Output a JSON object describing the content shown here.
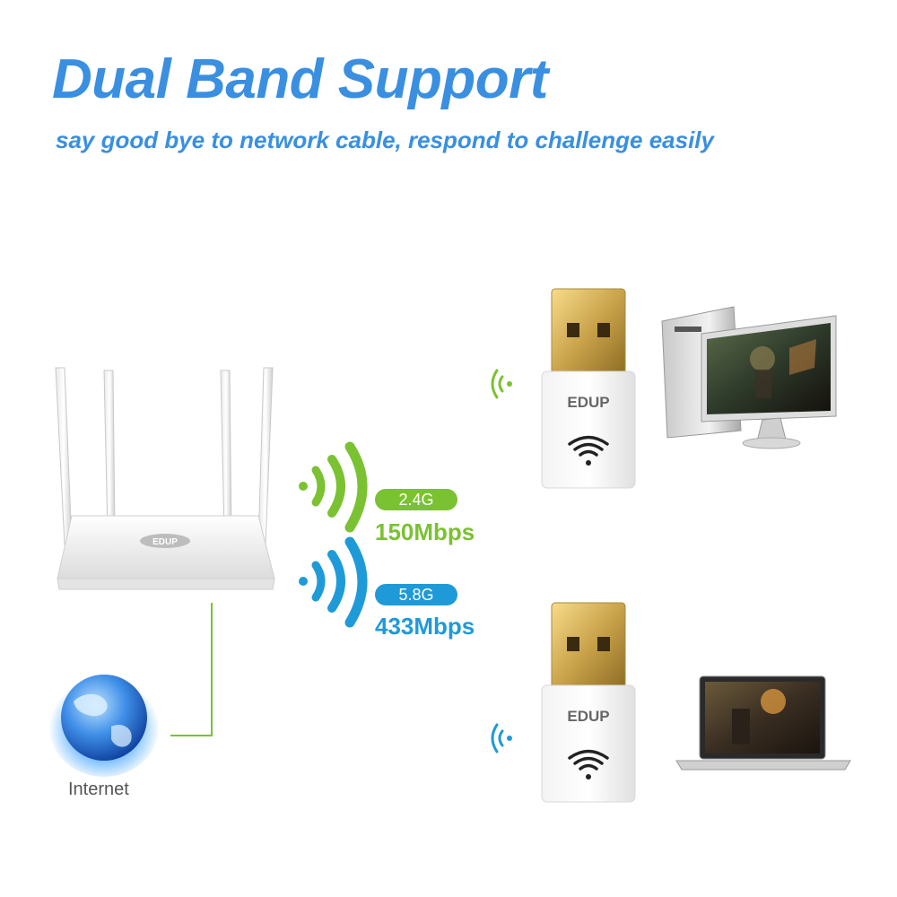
{
  "header": {
    "title": "Dual Band Support",
    "subtitle": "say good bye to network cable,   respond to challenge easily"
  },
  "bands": [
    {
      "label": "2.4G",
      "speed": "150Mbps",
      "color": "#7ac231"
    },
    {
      "label": "5.8G",
      "speed": "433Mbps",
      "color": "#1f9ad8"
    }
  ],
  "brand": "EDUP",
  "internet_label": "Internet",
  "colors": {
    "title": "#3a8fe0",
    "cable": "#7ac231"
  }
}
